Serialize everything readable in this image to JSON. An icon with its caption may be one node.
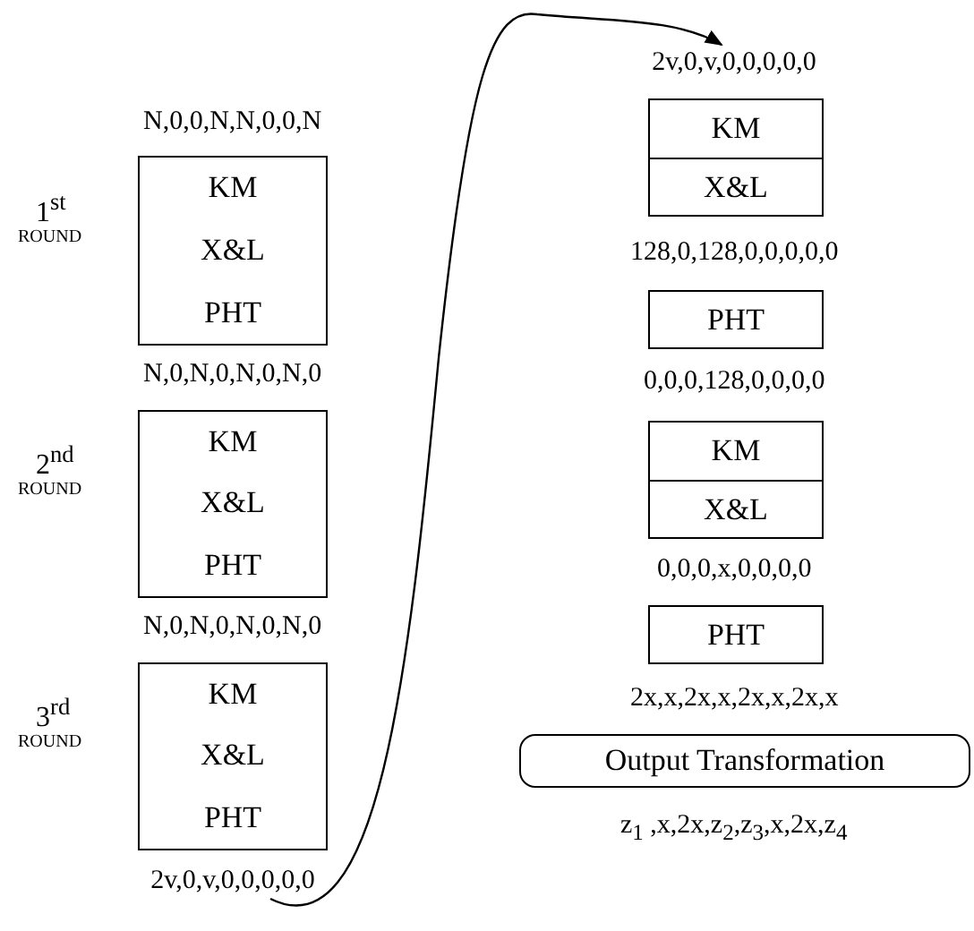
{
  "diagram": {
    "nodes": [
      {
        "text": [
          "KM",
          "X&L",
          "PHT"
        ],
        "beside": [
          "1$^{st}$",
          "ROUND"
        ]
      },
      {
        "text": [
          "KM",
          "X&L",
          "PHT"
        ],
        "beside": [
          "2$^{nd}$",
          "ROUND"
        ]
      },
      {
        "text": [
          "KM",
          "X&L",
          "PHT"
        ],
        "beside": [
          "3$^{rd}$",
          "ROUND"
        ]
      },
      {
        "text": [
          "2v,0,v,0,0,0,0,0"
        ]
      },
      {
        "text": [
          "2v,0,v,0,0,0,0,0"
        ]
      },
      {
        "text": [
          "KM"
        ]
      },
      {
        "text": [
          "X&L"
        ]
      },
      {
        "text": [
          "PHT"
        ]
      },
      {
        "text": [
          "KM"
        ]
      },
      {
        "text": [
          "X&L"
        ]
      },
      {
        "text": [
          "PHT"
        ]
      },
      {
        "text": [
          "Output  Transformation"
        ]
      }
    ],
    "edges": [
      {
        "from": 3,
        "to": 4,
        "arrow": "to"
      }
    ],
    "labels": [
      "N,0,0,N,N,0,0,N",
      "N,0,N,0,N,0,N,0",
      "N,0,N,0,N,0,N,0",
      "128,0,128,0,0,0,0,0",
      "0,0,0,128,0,0,0,0",
      "0,0,0,x,0,0,0,0",
      "2x,x,2x,x,2x,x,2x,x",
      "z$_{1}$ ,x,2x,z$_{2}$,z$_{3}$,x,2x,z$_{4}$"
    ]
  }
}
